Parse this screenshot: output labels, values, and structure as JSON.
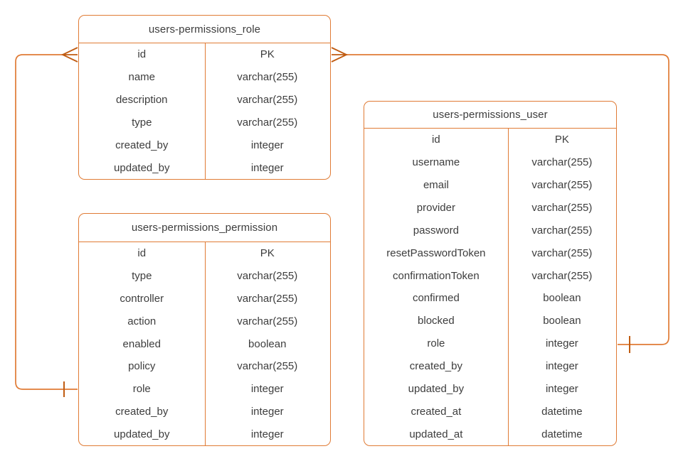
{
  "colors": {
    "accent": "#e07b35",
    "marker": "#c05c12",
    "text": "#3d3d3d",
    "background": "#ffffff"
  },
  "tables": [
    {
      "title": "users-permissions_role",
      "rows": [
        {
          "field": "id",
          "type": "PK"
        },
        {
          "field": "name",
          "type": "varchar(255)"
        },
        {
          "field": "description",
          "type": "varchar(255)"
        },
        {
          "field": "type",
          "type": "varchar(255)"
        },
        {
          "field": "created_by",
          "type": "integer"
        },
        {
          "field": "updated_by",
          "type": "integer"
        }
      ]
    },
    {
      "title": "users-permissions_permission",
      "rows": [
        {
          "field": "id",
          "type": "PK"
        },
        {
          "field": "type",
          "type": "varchar(255)"
        },
        {
          "field": "controller",
          "type": "varchar(255)"
        },
        {
          "field": "action",
          "type": "varchar(255)"
        },
        {
          "field": "enabled",
          "type": "boolean"
        },
        {
          "field": "policy",
          "type": "varchar(255)"
        },
        {
          "field": "role",
          "type": "integer"
        },
        {
          "field": "created_by",
          "type": "integer"
        },
        {
          "field": "updated_by",
          "type": "integer"
        }
      ]
    },
    {
      "title": "users-permissions_user",
      "rows": [
        {
          "field": "id",
          "type": "PK"
        },
        {
          "field": "username",
          "type": "varchar(255)"
        },
        {
          "field": "email",
          "type": "varchar(255)"
        },
        {
          "field": "provider",
          "type": "varchar(255)"
        },
        {
          "field": "password",
          "type": "varchar(255)"
        },
        {
          "field": "resetPasswordToken",
          "type": "varchar(255)"
        },
        {
          "field": "confirmationToken",
          "type": "varchar(255)"
        },
        {
          "field": "confirmed",
          "type": "boolean"
        },
        {
          "field": "blocked",
          "type": "boolean"
        },
        {
          "field": "role",
          "type": "integer"
        },
        {
          "field": "created_by",
          "type": "integer"
        },
        {
          "field": "updated_by",
          "type": "integer"
        },
        {
          "field": "created_at",
          "type": "datetime"
        },
        {
          "field": "updated_at",
          "type": "datetime"
        }
      ]
    }
  ],
  "relationships": [
    {
      "from": "users-permissions_role.id",
      "to": "users-permissions_permission.role",
      "from_cardinality": "many",
      "to_cardinality": "one"
    },
    {
      "from": "users-permissions_role.id",
      "to": "users-permissions_user.role",
      "from_cardinality": "many",
      "to_cardinality": "one"
    }
  ]
}
